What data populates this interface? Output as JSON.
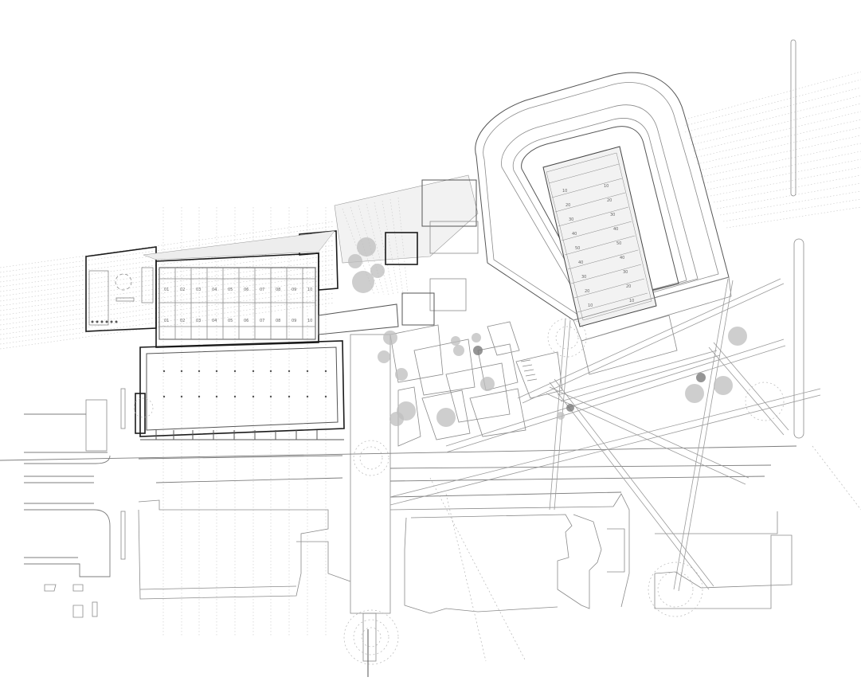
{
  "drawing": {
    "type": "site-plan",
    "field_yard_numbers": [
      "10",
      "20",
      "30",
      "40",
      "50",
      "40",
      "30",
      "20",
      "10"
    ],
    "hall_bay_labels": [
      "01",
      "02",
      "03",
      "04",
      "05",
      "06",
      "07",
      "08",
      "09",
      "10"
    ]
  }
}
